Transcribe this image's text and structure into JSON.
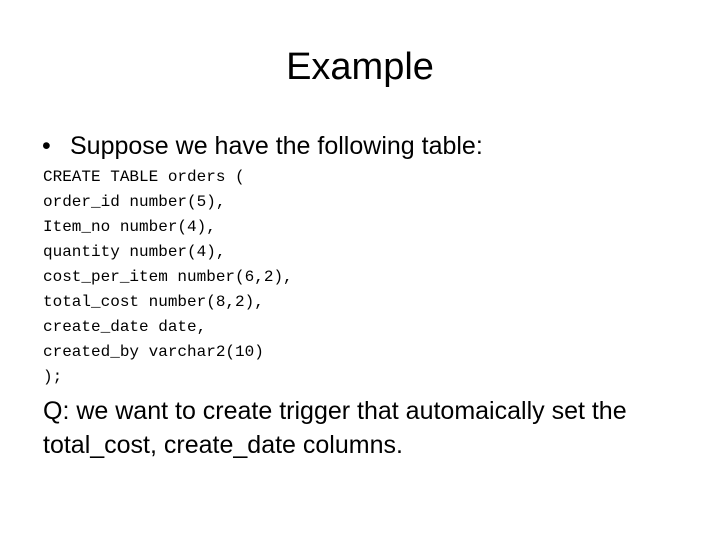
{
  "slide": {
    "title": "Example",
    "bullet": {
      "symbol": "•",
      "text": "Suppose we have the following table:"
    },
    "code_lines": [
      "CREATE TABLE orders (",
      "order_id number(5),",
      "Item_no number(4),",
      "quantity number(4),",
      "cost_per_item number(6,2),",
      "total_cost number(8,2),",
      "create_date date,",
      "created_by varchar2(10)",
      ");"
    ],
    "question": "Q: we want to create trigger that automaically set the total_cost, create_date columns."
  }
}
